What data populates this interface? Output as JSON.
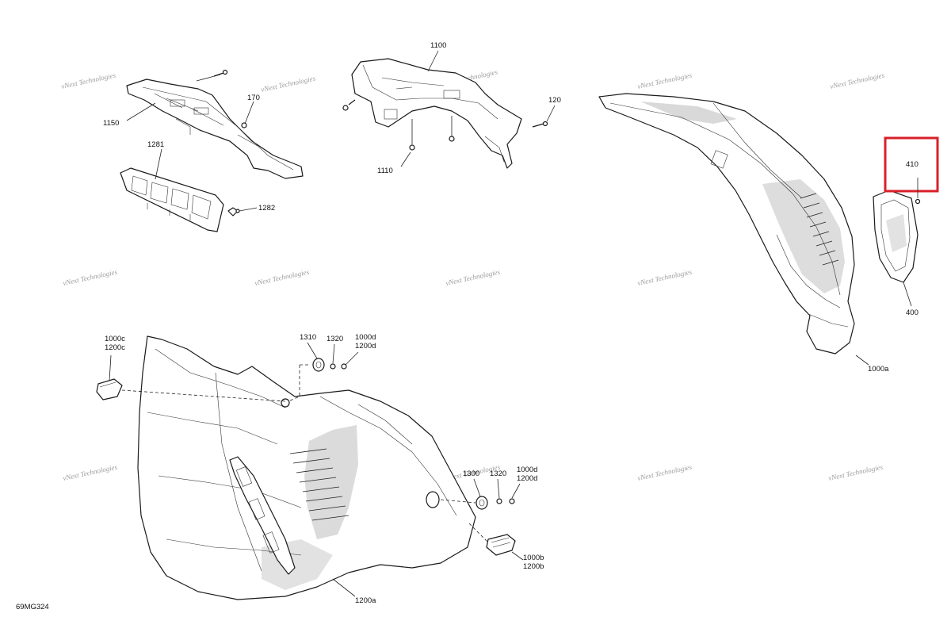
{
  "diagram": {
    "drawing_code": "69MG324",
    "watermark": {
      "line1": "vNext",
      "line2": "Technologies",
      "line3": "vNext Technologies"
    },
    "callouts": {
      "p1100": "1100",
      "p170": "170",
      "p120": "120",
      "p1150": "1150",
      "p1110": "1110",
      "p1281": "1281",
      "p1282": "1282",
      "p410": "410",
      "p400": "400",
      "p1000a": "1000a",
      "p1000c": "1000c",
      "p1200c": "1200c",
      "p1310": "1310",
      "p1320_top": "1320",
      "p1000d_top": "1000d",
      "p1200d_top": "1200d",
      "p1300": "1300",
      "p1320_bot": "1320",
      "p1000d_bot": "1000d",
      "p1200d_bot": "1200d",
      "p1000b": "1000b",
      "p1200b": "1200b",
      "p1200a": "1200a"
    },
    "highlight": {
      "target": "410",
      "color": "#d9202a"
    }
  }
}
